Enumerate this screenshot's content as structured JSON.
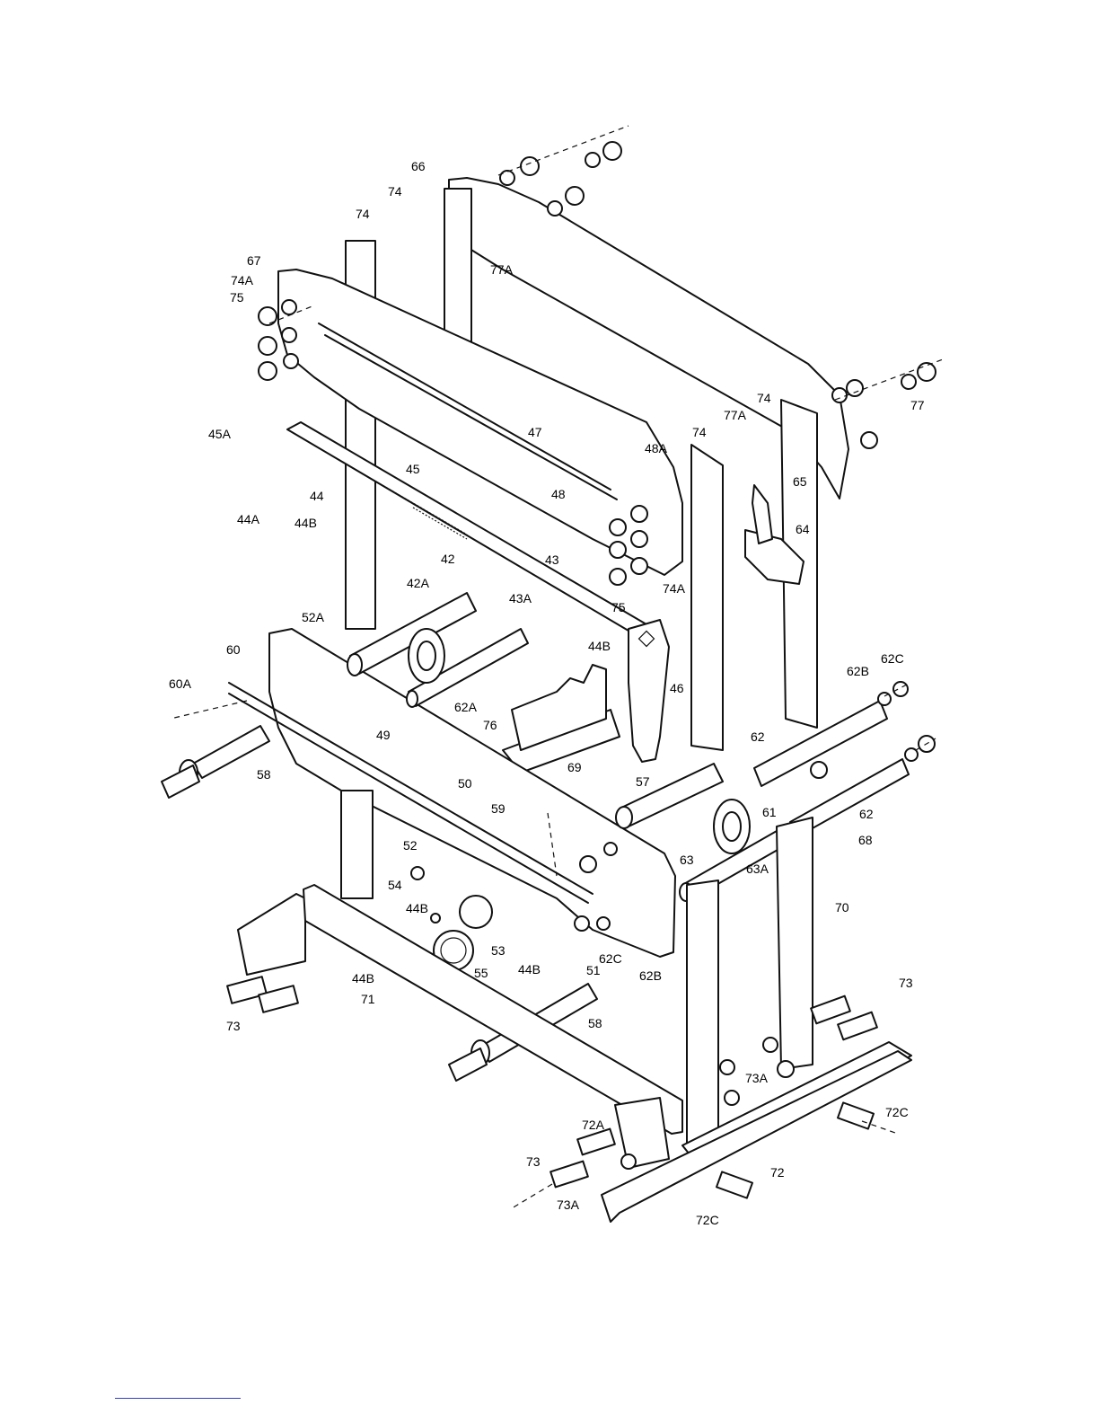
{
  "diagram": {
    "labels": [
      {
        "id": "66",
        "text": "66"
      },
      {
        "id": "74a",
        "text": "74"
      },
      {
        "id": "74b",
        "text": "74"
      },
      {
        "id": "67",
        "text": "67"
      },
      {
        "id": "74A-1",
        "text": "74A"
      },
      {
        "id": "75-1",
        "text": "75"
      },
      {
        "id": "77A-1",
        "text": "77A"
      },
      {
        "id": "45A",
        "text": "45A"
      },
      {
        "id": "47",
        "text": "47"
      },
      {
        "id": "48A",
        "text": "48A"
      },
      {
        "id": "45",
        "text": "45"
      },
      {
        "id": "44",
        "text": "44"
      },
      {
        "id": "44A",
        "text": "44A"
      },
      {
        "id": "44B-1",
        "text": "44B"
      },
      {
        "id": "48",
        "text": "48"
      },
      {
        "id": "42",
        "text": "42"
      },
      {
        "id": "42A",
        "text": "42A"
      },
      {
        "id": "43",
        "text": "43"
      },
      {
        "id": "43A",
        "text": "43A"
      },
      {
        "id": "75-2",
        "text": "75"
      },
      {
        "id": "74A-2",
        "text": "74A"
      },
      {
        "id": "44B-2",
        "text": "44B"
      },
      {
        "id": "74c",
        "text": "74"
      },
      {
        "id": "77A-2",
        "text": "77A"
      },
      {
        "id": "74d",
        "text": "74"
      },
      {
        "id": "77",
        "text": "77"
      },
      {
        "id": "65",
        "text": "65"
      },
      {
        "id": "64",
        "text": "64"
      },
      {
        "id": "52A",
        "text": "52A"
      },
      {
        "id": "60",
        "text": "60"
      },
      {
        "id": "60A",
        "text": "60A"
      },
      {
        "id": "62A",
        "text": "62A"
      },
      {
        "id": "46",
        "text": "46"
      },
      {
        "id": "62C-1",
        "text": "62C"
      },
      {
        "id": "62B-1",
        "text": "62B"
      },
      {
        "id": "76",
        "text": "76"
      },
      {
        "id": "62-1",
        "text": "62"
      },
      {
        "id": "49",
        "text": "49"
      },
      {
        "id": "58-1",
        "text": "58"
      },
      {
        "id": "69",
        "text": "69"
      },
      {
        "id": "57",
        "text": "57"
      },
      {
        "id": "50",
        "text": "50"
      },
      {
        "id": "59",
        "text": "59"
      },
      {
        "id": "61",
        "text": "61"
      },
      {
        "id": "62-2",
        "text": "62"
      },
      {
        "id": "68",
        "text": "68"
      },
      {
        "id": "52",
        "text": "52"
      },
      {
        "id": "63",
        "text": "63"
      },
      {
        "id": "63A",
        "text": "63A"
      },
      {
        "id": "70",
        "text": "70"
      },
      {
        "id": "54",
        "text": "54"
      },
      {
        "id": "44B-3",
        "text": "44B"
      },
      {
        "id": "53",
        "text": "53"
      },
      {
        "id": "62C-2",
        "text": "62C"
      },
      {
        "id": "62B-2",
        "text": "62B"
      },
      {
        "id": "55",
        "text": "55"
      },
      {
        "id": "44B-4",
        "text": "44B"
      },
      {
        "id": "51",
        "text": "51"
      },
      {
        "id": "44B-5",
        "text": "44B"
      },
      {
        "id": "71",
        "text": "71"
      },
      {
        "id": "73-1",
        "text": "73"
      },
      {
        "id": "58-2",
        "text": "58"
      },
      {
        "id": "73-2",
        "text": "73"
      },
      {
        "id": "73A-1",
        "text": "73A"
      },
      {
        "id": "72C-1",
        "text": "72C"
      },
      {
        "id": "72A",
        "text": "72A"
      },
      {
        "id": "73-3",
        "text": "73"
      },
      {
        "id": "72",
        "text": "72"
      },
      {
        "id": "73A-2",
        "text": "73A"
      },
      {
        "id": "72C-2",
        "text": "72C"
      }
    ]
  }
}
